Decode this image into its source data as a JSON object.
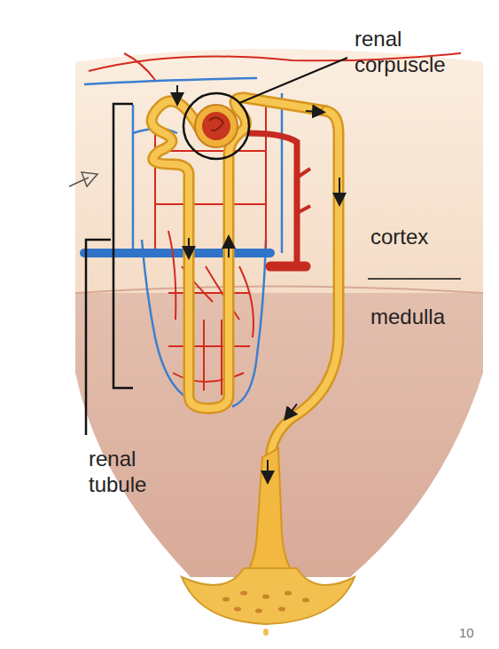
{
  "diagram": {
    "labels": [
      "renal corpuscle",
      "cortex",
      "medulla",
      "renal tubule",
      "10"
    ]
  }
}
